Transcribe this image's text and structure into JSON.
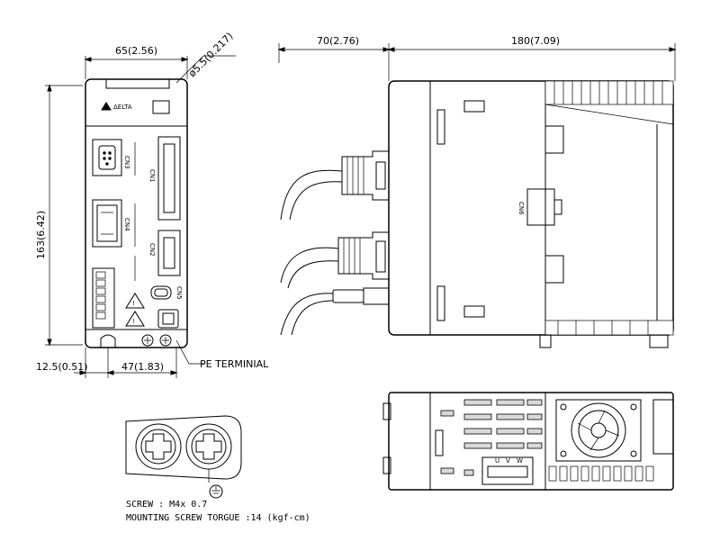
{
  "front_view": {
    "width_dim": "65(2.56)",
    "hole_dim": "ø5.5(0.217)",
    "height_dim": "163(6.42)",
    "bottom_left_dim": "12.5(0.51)",
    "bottom_dim": "47(1.83)",
    "pe_label": "PE TERMINIAL",
    "connector_labels": [
      "CN3",
      "CN1",
      "CN2",
      "CN4",
      "CN5"
    ]
  },
  "side_view": {
    "left_dim": "70(2.76)",
    "right_dim": "180(7.09)",
    "connector_label": "CN6"
  },
  "bottom_view": {
    "terminal_labels": [
      "U",
      "V",
      "W"
    ]
  },
  "screw_detail": {
    "screw_note": "SCREW : M4x 0.7",
    "torque_note": "MOUNTING SCREW TORGUE :14 (kgf-cm)"
  }
}
